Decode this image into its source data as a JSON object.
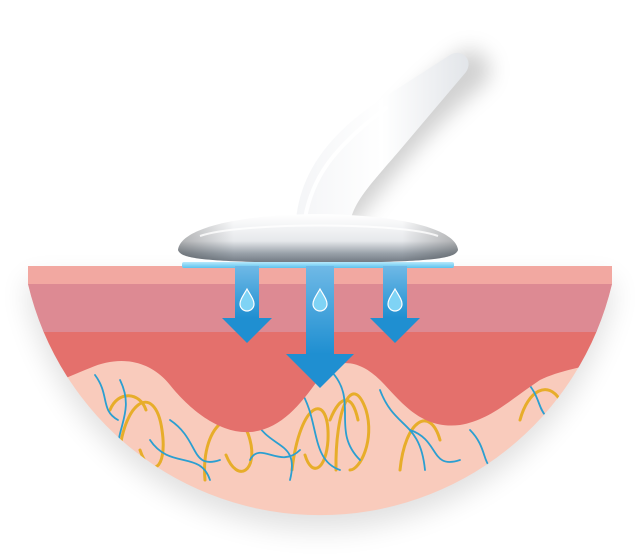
{
  "diagram": {
    "subject": "skin-treatment-cross-section",
    "colors": {
      "background": "#ffffff",
      "epidermis_top": "#f2a8a1",
      "epidermis_band": "#dd8a93",
      "dermis": "#e4706c",
      "subcutis": "#f9cbbc",
      "fibers_yellow": "#e7ad2a",
      "fibers_blue": "#2b9fd1",
      "arrow": "#1f8fd1",
      "droplet": "#7fd3f5",
      "contact_strip": "#8fd6f3",
      "device_body": "#e7e9ec",
      "device_highlight": "#ffffff",
      "device_shadow": "#9aa2aa"
    },
    "layers": [
      {
        "name": "epidermis"
      },
      {
        "name": "upper-dermis"
      },
      {
        "name": "dermis"
      },
      {
        "name": "subcutaneous-tissue"
      }
    ],
    "arrows": [
      {
        "name": "arrow-left",
        "size": "small",
        "droplet": "water-droplet-icon"
      },
      {
        "name": "arrow-center",
        "size": "large",
        "droplet": "water-droplet-icon"
      },
      {
        "name": "arrow-right",
        "size": "small",
        "droplet": "water-droplet-icon"
      }
    ],
    "device": {
      "icon": "applicator-device-icon"
    }
  }
}
